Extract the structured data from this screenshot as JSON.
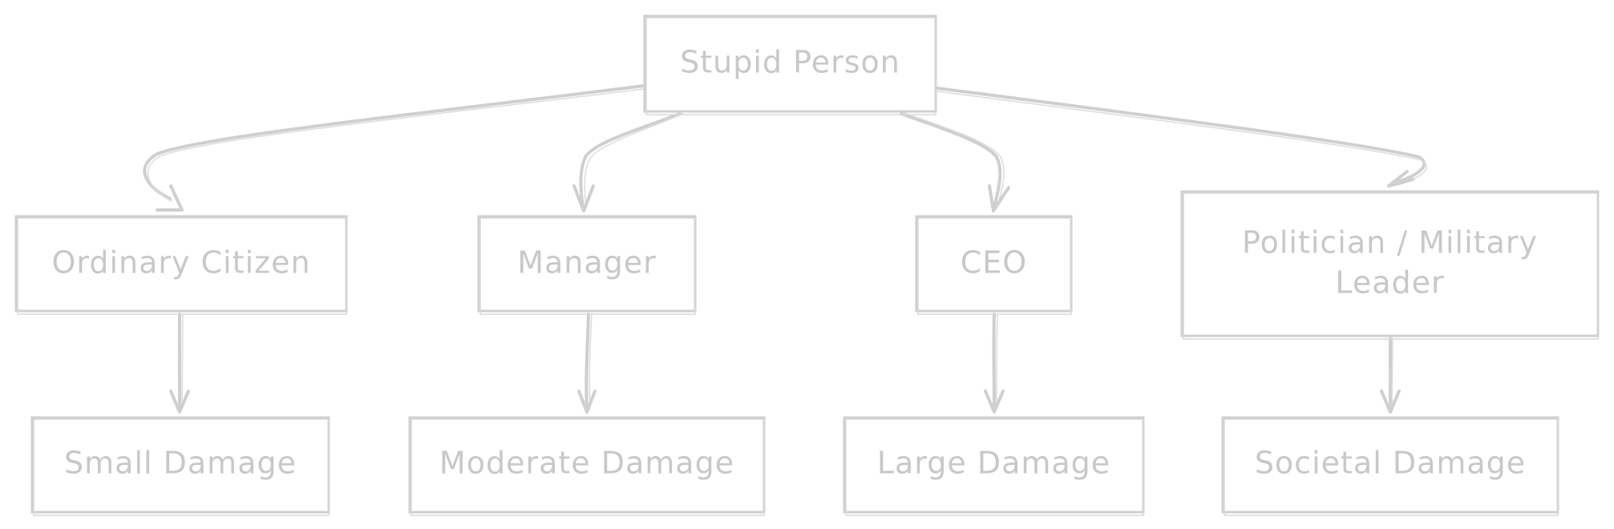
{
  "diagram": {
    "type": "hierarchy",
    "colors": {
      "stroke": "#cfcfcf",
      "text": "#c8c8c8",
      "background": "#ffffff"
    },
    "root": {
      "id": "stupid-person",
      "label": "Stupid Person"
    },
    "roles": [
      {
        "id": "ordinary-citizen",
        "label": "Ordinary Citizen"
      },
      {
        "id": "manager",
        "label": "Manager"
      },
      {
        "id": "ceo",
        "label": "CEO"
      },
      {
        "id": "politician-military-leader",
        "label_lines": [
          "Politician / Military",
          "Leader"
        ]
      }
    ],
    "outcomes": [
      {
        "id": "small-damage",
        "label": "Small Damage"
      },
      {
        "id": "moderate-damage",
        "label": "Moderate Damage"
      },
      {
        "id": "large-damage",
        "label": "Large Damage"
      },
      {
        "id": "societal-damage",
        "label": "Societal Damage"
      }
    ],
    "edges": [
      {
        "from": "stupid-person",
        "to": "ordinary-citizen"
      },
      {
        "from": "stupid-person",
        "to": "manager"
      },
      {
        "from": "stupid-person",
        "to": "ceo"
      },
      {
        "from": "stupid-person",
        "to": "politician-military-leader"
      },
      {
        "from": "ordinary-citizen",
        "to": "small-damage"
      },
      {
        "from": "manager",
        "to": "moderate-damage"
      },
      {
        "from": "ceo",
        "to": "large-damage"
      },
      {
        "from": "politician-military-leader",
        "to": "societal-damage"
      }
    ]
  }
}
